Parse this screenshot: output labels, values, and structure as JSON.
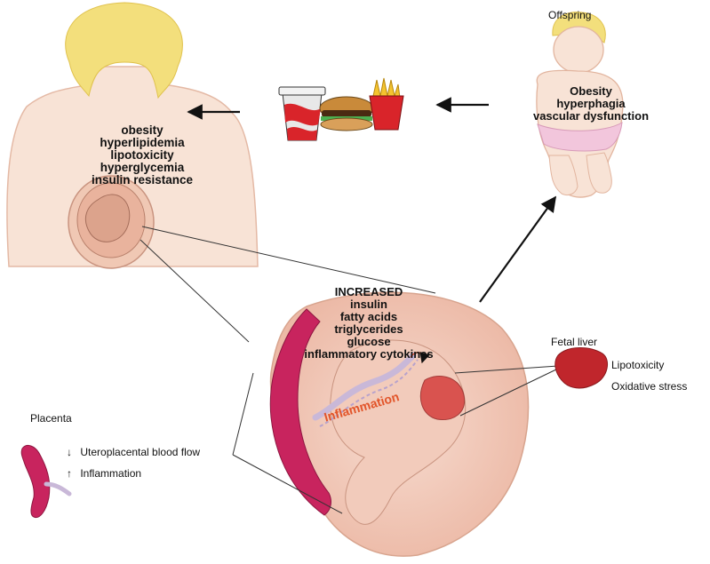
{
  "mother": {
    "conditions": [
      "obesity",
      "hyperlipidemia",
      "lipotoxicity",
      "hyperglycemia",
      "insulin resistance"
    ]
  },
  "offspring": {
    "title": "Offspring",
    "conditions": [
      "Obesity",
      "hyperphagia",
      "vascular dysfunction"
    ]
  },
  "fetus": {
    "heading": "INCREASED",
    "items": [
      "insulin",
      "fatty acids",
      "triglycerides",
      "glucose",
      "inflammatory cytokines"
    ],
    "inflammation_label": "Inflammation"
  },
  "placenta": {
    "title": "Placenta",
    "effects": [
      {
        "direction": "down",
        "arrow": "↓",
        "label": "Uteroplacental blood flow"
      },
      {
        "direction": "up",
        "arrow": "↑",
        "label": "Inflammation"
      }
    ]
  },
  "fetal_liver": {
    "title": "Fetal liver",
    "effects": [
      "Lipotoxicity",
      "Oxidative stress"
    ]
  },
  "colors": {
    "skin": "#f6d9c8",
    "skin_line": "#d8a48e",
    "hair": "#f3df7c",
    "placenta": "#c8245e",
    "liver": "#c0262c",
    "inflammation": "#e2552a",
    "uterus": "#f2cdbd",
    "arrow": "#111111"
  }
}
